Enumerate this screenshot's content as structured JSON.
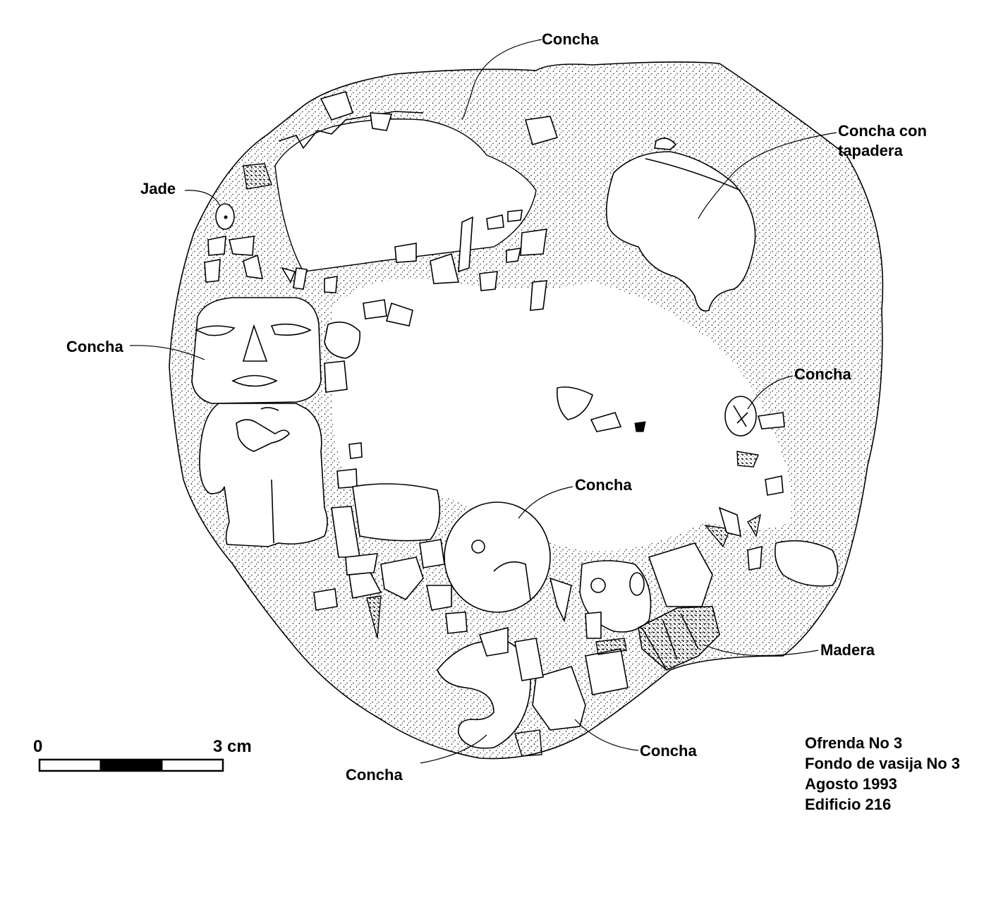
{
  "labels": {
    "concha_top": "Concha",
    "concha_con": "Concha con",
    "tapadera": "tapadera",
    "jade": "Jade",
    "concha_left": "Concha",
    "concha_right": "Concha",
    "concha_center": "Concha",
    "madera": "Madera",
    "concha_bottom_left": "Concha",
    "concha_bottom_right": "Concha"
  },
  "scale_bar": {
    "start_label": "0",
    "end_label": "3 cm"
  },
  "caption": {
    "line1": "Ofrenda No 3",
    "line2": "Fondo de vasija No 3",
    "line3": "Agosto 1993",
    "line4": "Edificio 216"
  },
  "colors": {
    "ink": "#000000",
    "paper": "#ffffff"
  }
}
